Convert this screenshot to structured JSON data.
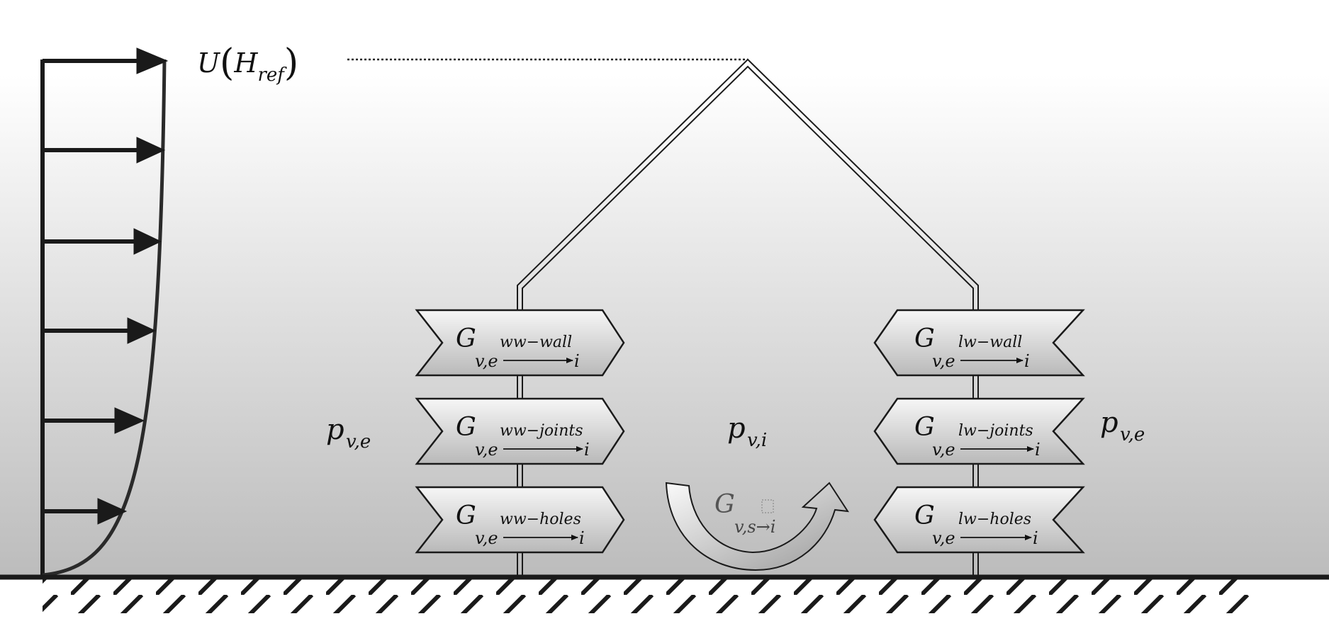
{
  "diagram": {
    "wind_profile_label": {
      "base": "U",
      "arg": "H",
      "arg_sub": "ref"
    },
    "external_pressure_left": {
      "base": "p",
      "sub": "v,e"
    },
    "internal_pressure": {
      "base": "p",
      "sub": "v,i"
    },
    "external_pressure_right": {
      "base": "p",
      "sub": "v,e"
    },
    "windward_flows": [
      {
        "symbol": "G",
        "sup": "ww−wall",
        "sub": "v,e",
        "target": "i"
      },
      {
        "symbol": "G",
        "sup": "ww−joints",
        "sub": "v,e",
        "target": "i"
      },
      {
        "symbol": "G",
        "sup": "ww−holes",
        "sub": "v,e",
        "target": "i"
      }
    ],
    "leeward_flows": [
      {
        "symbol": "G",
        "sup": "lw−wall",
        "sub": "v,e",
        "target": "i"
      },
      {
        "symbol": "G",
        "sup": "lw−joints",
        "sub": "v,e",
        "target": "i"
      },
      {
        "symbol": "G",
        "sup": "lw−holes",
        "sub": "v,e",
        "target": "i"
      }
    ],
    "soil_flow": {
      "symbol": "G",
      "sub": "v,s→i"
    }
  },
  "colors": {
    "background_top": "#ffffff",
    "background_bottom": "#bcbcbc",
    "line": "#1a1a1a",
    "box_light": "#f6f6f6",
    "box_dark": "#b9b9b9"
  }
}
